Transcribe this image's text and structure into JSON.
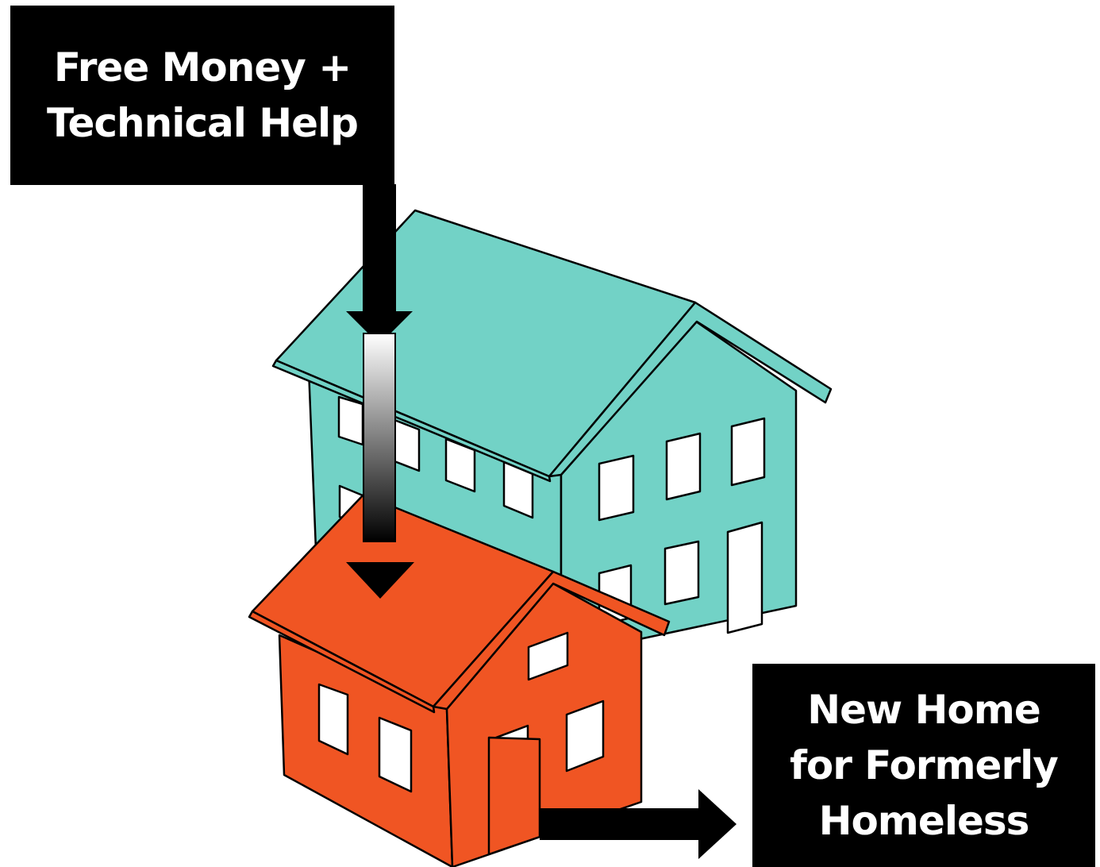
{
  "labels": {
    "source": {
      "lines": [
        "Free Money +",
        "Technical Help"
      ]
    },
    "target": {
      "lines": [
        "New Home",
        "for Formerly",
        "Homeless"
      ]
    }
  },
  "colors": {
    "large_house": "#72d2c6",
    "small_house": "#f05523",
    "label_background": "#000000",
    "label_text": "#ffffff",
    "outline": "#000000",
    "window": "#ffffff"
  },
  "icons": [
    "large-house-illustration",
    "small-house-illustration",
    "down-arrow",
    "right-arrow"
  ]
}
